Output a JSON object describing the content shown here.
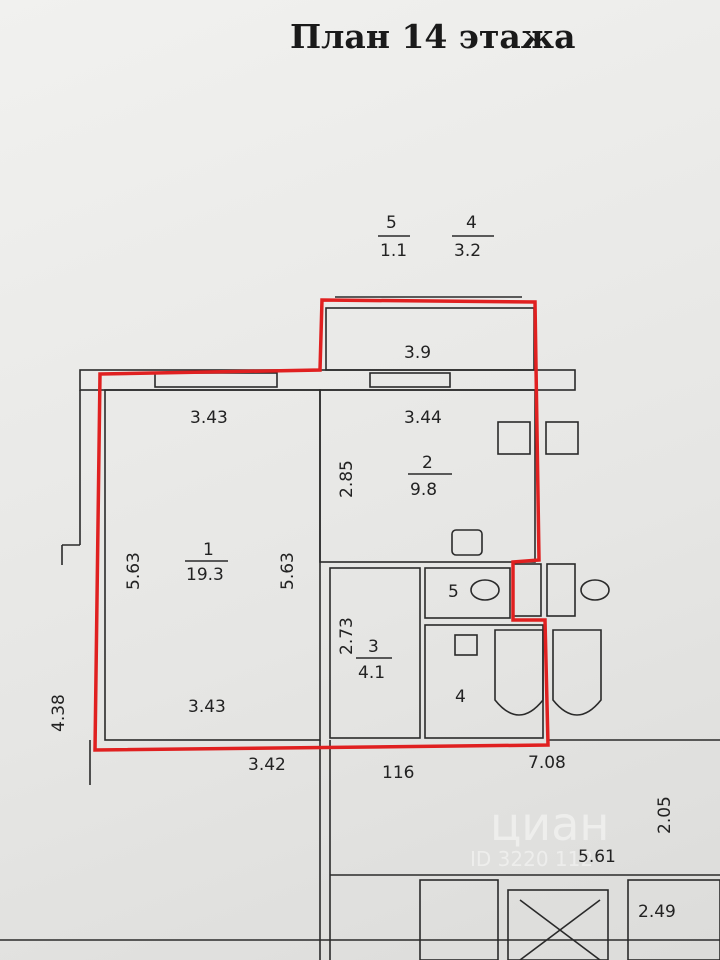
{
  "title": "План 14 этажа",
  "balconies": [
    {
      "num": "5",
      "area": "1.1"
    },
    {
      "num": "4",
      "area": "3.2"
    }
  ],
  "rooms": [
    {
      "num": "1",
      "area": "19.3"
    },
    {
      "num": "2",
      "area": "9.8"
    },
    {
      "num": "3",
      "area": "4.1"
    },
    {
      "num": "4",
      "area": ""
    },
    {
      "num": "5",
      "area": ""
    }
  ],
  "dimensions": [
    "3.9",
    "3.43",
    "3.44",
    "2.85",
    "5.63",
    "5.63",
    "2.73",
    "3.43",
    "3.42",
    "116",
    "7.08",
    "4.38",
    "2.05",
    "5.61",
    "2.49"
  ],
  "watermark": {
    "brand": "циан",
    "id": "ID 3220  112"
  },
  "colors": {
    "outline": "#e02020",
    "lines": "#2a2a2a"
  }
}
